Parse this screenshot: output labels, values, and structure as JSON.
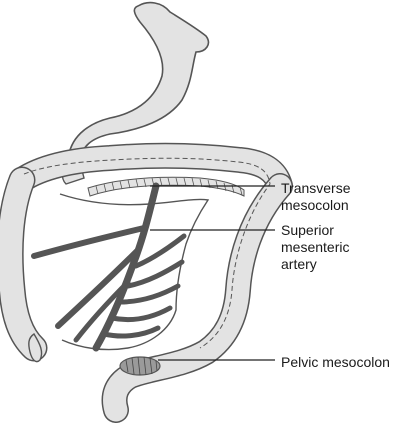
{
  "labels": {
    "transverse_mesocolon": [
      "Transverse",
      "mesocolon"
    ],
    "superior_mesenteric_artery": [
      "Superior",
      "mesenteric",
      "artery"
    ],
    "pelvic_mesocolon": [
      "Pelvic mesocolon"
    ]
  },
  "colors": {
    "organ_fill": "#e3e3e3",
    "outline": "#555555",
    "artery": "#555555",
    "pointer_line": "#222222",
    "text": "#1a1a1a"
  }
}
